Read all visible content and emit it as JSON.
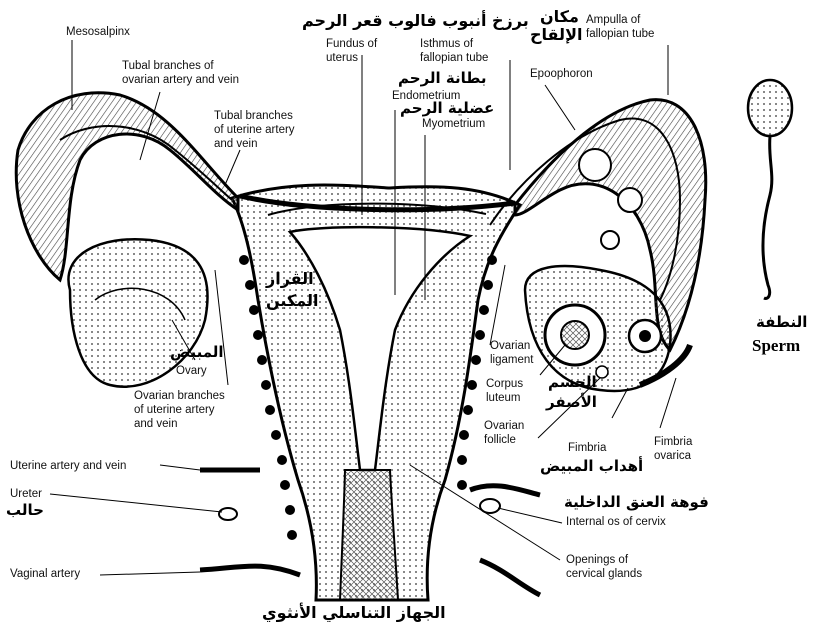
{
  "labels": {
    "mesosalpinx": "Mesosalpinx",
    "tubal_ov_1": "Tubal branches of",
    "tubal_ov_2": "ovarian artery and vein",
    "tubal_ut_1": "Tubal branches",
    "tubal_ut_2": "of uterine artery",
    "tubal_ut_3": "and vein",
    "fundus_1": "Fundus of",
    "fundus_2": "uterus",
    "isthmus_1": "Isthmus of",
    "isthmus_2": "fallopian tube",
    "ampulla_1": "Ampulla of",
    "ampulla_2": "fallopian tube",
    "endometrium": "Endometrium",
    "myometrium": "Myometrium",
    "epoophoron": "Epoophoron",
    "ovary": "Ovary",
    "ov_branch_1": "Ovarian branches",
    "ov_branch_2": "of uterine artery",
    "ov_branch_3": "and vein",
    "ovarian_lig_1": "Ovarian",
    "ovarian_lig_2": "ligament",
    "corpus_1": "Corpus",
    "corpus_2": "luteum",
    "follicle_1": "Ovarian",
    "follicle_2": "follicle",
    "fimbria": "Fimbria",
    "fimbria_ov_1": "Fimbria",
    "fimbria_ov_2": "ovarica",
    "uterine_av": "Uterine artery and vein",
    "ureter": "Ureter",
    "internal_os": "Internal os of cervix",
    "openings_1": "Openings of",
    "openings_2": "cervical glands",
    "vaginal_artery": "Vaginal artery",
    "sperm": "Sperm"
  },
  "arabic": {
    "fundus_isthmus": "برزخ أنبوب فالوب قعر الرحم",
    "ampulla_1": "مكان",
    "ampulla_2": "الإلقاح",
    "endometrium": "بطانة الرحم",
    "myometrium": "عضلية الرحم",
    "uterine_cavity_1": "القرار",
    "uterine_cavity_2": "المكين",
    "ovary": "المبيض",
    "corpus_luteum_1": "الجسم",
    "corpus_luteum_2": "الأصفر",
    "fimbria": "أهداب المبيض",
    "internal_os": "فوهة العنق الداخلية",
    "ureter": "حالب",
    "sperm": "النطفة",
    "caption": "الجهاز التناسلي الأنثوي"
  }
}
